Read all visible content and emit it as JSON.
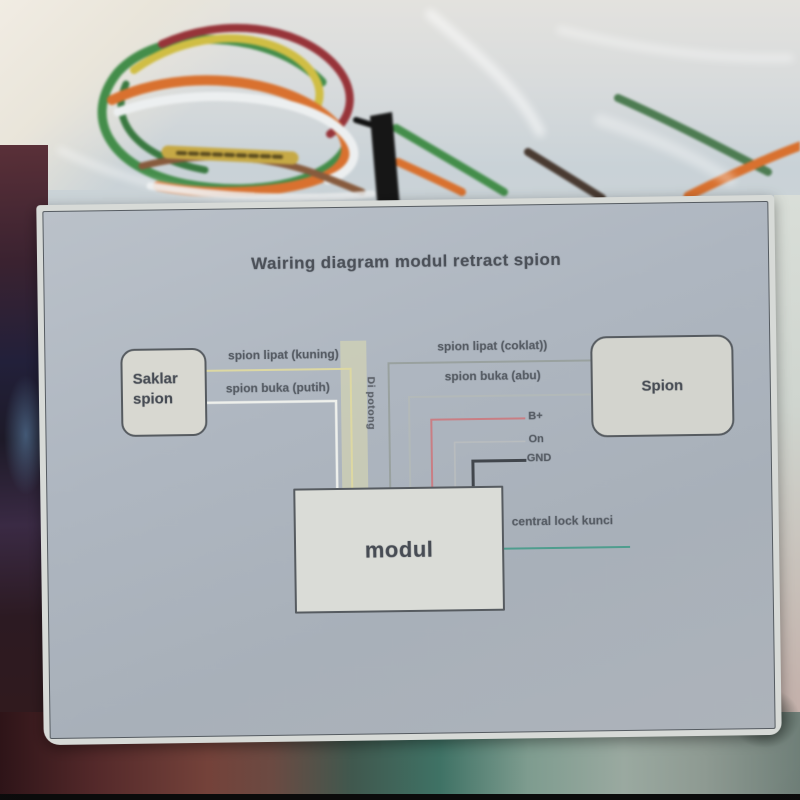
{
  "diagram": {
    "title": "Wairing diagram modul retract spion",
    "boxes": {
      "saklar": "Saklar spion",
      "spion": "Spion",
      "modul": "modul"
    },
    "labels": {
      "kuning": "spion lipat (kuning)",
      "putih": "spion buka (putih)",
      "coklat": "spion lipat (coklat))",
      "abu": "spion buka (abu)",
      "bplus": "B+",
      "on": "On",
      "gnd": "GND",
      "central_lock": "central lock kunci",
      "di_potong": "Di potong"
    },
    "wire_colors": {
      "kuning": "#ddd8a2",
      "kuning_band": "#e9e4ad",
      "putih": "#eef0ec",
      "coklat": "#99a19f",
      "abu": "#b4bab8",
      "bplus": "#c97e84",
      "on": "#b9bdbf",
      "gnd": "#41464c",
      "central_lock": "#4f9d8e"
    }
  },
  "photo": {
    "bag_wire_colors": {
      "green": "#3f8f46",
      "green_dark": "#357a3d",
      "green_side": "#4a7d4f",
      "yellow": "#d2be3a",
      "yellow_tag": "#c9a93c",
      "tag_print": "#5a4a1a",
      "dark_red": "#9e3238",
      "white": "#eceff0",
      "orange": "#e07028",
      "brown": "#8a5a3a",
      "dark_brown": "#4a3a30",
      "cable_tie_black": "#161616"
    }
  }
}
